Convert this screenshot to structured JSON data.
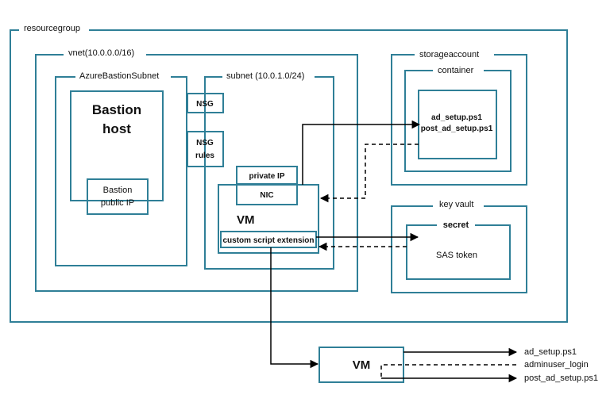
{
  "labels": {
    "resourcegroup": "resourcegroup",
    "vnet": "vnet(10.0.0.0/16)",
    "bastion_subnet": "AzureBastionSubnet",
    "bastion_host_line1": "Bastion",
    "bastion_host_line2": "host",
    "bastion_pip_line1": "Bastion",
    "bastion_pip_line2": "public IP",
    "subnet": "subnet (10.0.1.0/24)",
    "nsg": "NSG",
    "nsg_rules_line1": "NSG",
    "nsg_rules_line2": "rules",
    "private_ip": "private IP",
    "nic": "NIC",
    "vm": "VM",
    "cse": "custom script extension",
    "storageaccount": "storageaccount",
    "container": "container",
    "script1": "ad_setup.ps1",
    "script2": "post_ad_setup.ps1",
    "keyvault": "key vault",
    "secret": "secret",
    "sas_token": "SAS token",
    "vm2": "VM",
    "out1": "ad_setup.ps1",
    "out2": "adminuser_login",
    "out3": "post_ad_setup.ps1"
  },
  "colors": {
    "box_stroke": "#2f7f97",
    "arrow": "#000000"
  }
}
